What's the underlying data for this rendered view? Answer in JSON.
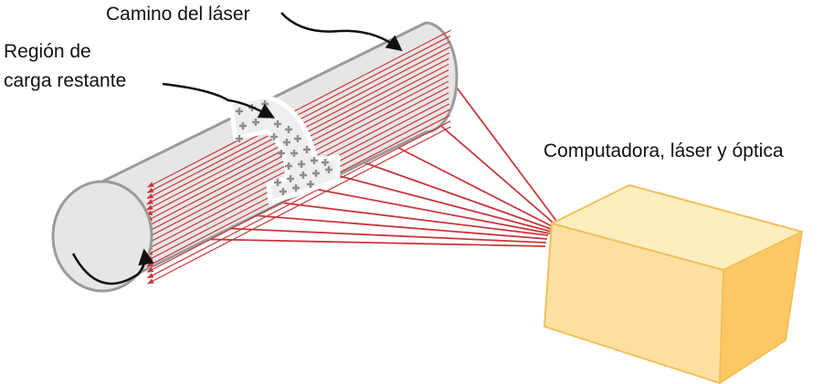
{
  "labels": {
    "laser_path": "Camino del láser",
    "charge_region_line1": "Región de",
    "charge_region_line2": "carga restante",
    "computer": "Computadora, láser y óptica"
  },
  "colors": {
    "drum_fill": "#e6e6e6",
    "drum_stroke": "#9a9a9a",
    "laser": "#c8373a",
    "box_front": "#fde0a0",
    "box_top": "#fdeebf",
    "box_side": "#fcc864",
    "box_edge": "#f2c05c",
    "charge_mark": "#8c8c8c",
    "arrow": "#111111"
  },
  "icons": {
    "rotation": "curved-arrow-icon",
    "charge": "plus-sign-icon"
  }
}
